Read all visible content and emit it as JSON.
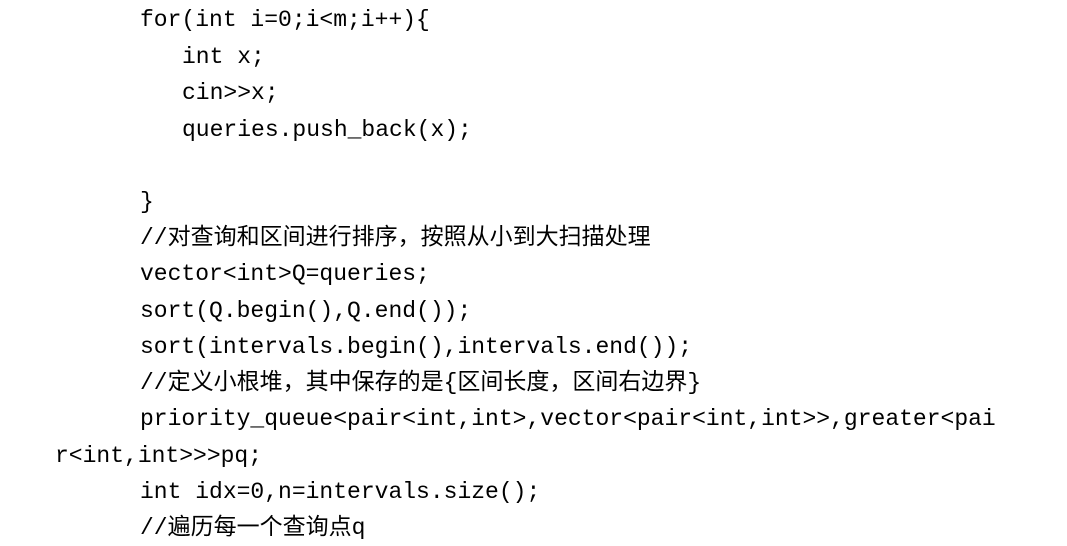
{
  "code_lines": [
    "for(int i=0;i<m;i++){",
    "int x;",
    "cin>>x;",
    "queries.push_back(x);",
    "}",
    "//对查询和区间进行排序，按照从小到大扫描处理",
    "vector<int>Q=queries;",
    "sort(Q.begin(),Q.end());",
    "sort(intervals.begin(),intervals.end());",
    "//定义小根堆，其中保存的是{区间长度，区间右边界}",
    "priority_queue<pair<int,int>,vector<pair<int,int>>,greater<pai",
    "r<int,int>>>pq;",
    "int idx=0,n=intervals.size();",
    "//遍历每一个查询点q"
  ]
}
